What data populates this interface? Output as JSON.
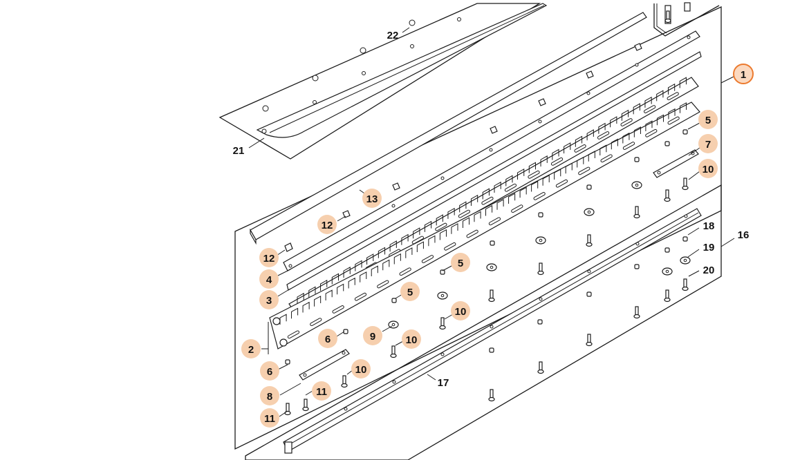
{
  "diagram": {
    "callouts": [
      {
        "id": "c1",
        "label": "1",
        "highlighted": true,
        "main": true
      },
      {
        "id": "c5a",
        "label": "5",
        "highlighted": true
      },
      {
        "id": "c7",
        "label": "7",
        "highlighted": true
      },
      {
        "id": "c10a",
        "label": "10",
        "highlighted": true
      },
      {
        "id": "c13",
        "label": "13",
        "highlighted": true
      },
      {
        "id": "c12a",
        "label": "12",
        "highlighted": true
      },
      {
        "id": "c12b",
        "label": "12",
        "highlighted": true
      },
      {
        "id": "c4",
        "label": "4",
        "highlighted": true
      },
      {
        "id": "c3",
        "label": "3",
        "highlighted": true
      },
      {
        "id": "c5b",
        "label": "5",
        "highlighted": true
      },
      {
        "id": "c5c",
        "label": "5",
        "highlighted": true
      },
      {
        "id": "c10b",
        "label": "10",
        "highlighted": true
      },
      {
        "id": "c9",
        "label": "9",
        "highlighted": true
      },
      {
        "id": "c10c",
        "label": "10",
        "highlighted": true
      },
      {
        "id": "c6a",
        "label": "6",
        "highlighted": true
      },
      {
        "id": "c2",
        "label": "2",
        "highlighted": true
      },
      {
        "id": "c10d",
        "label": "10",
        "highlighted": true
      },
      {
        "id": "c6b",
        "label": "6",
        "highlighted": true
      },
      {
        "id": "c8",
        "label": "8",
        "highlighted": true
      },
      {
        "id": "c11a",
        "label": "11",
        "highlighted": true
      },
      {
        "id": "c11b",
        "label": "11",
        "highlighted": true
      },
      {
        "id": "c22",
        "label": "22",
        "highlighted": false
      },
      {
        "id": "c21",
        "label": "21",
        "highlighted": false
      },
      {
        "id": "c16",
        "label": "16",
        "highlighted": false
      },
      {
        "id": "c18",
        "label": "18",
        "highlighted": false
      },
      {
        "id": "c19",
        "label": "19",
        "highlighted": false
      },
      {
        "id": "c20",
        "label": "20",
        "highlighted": false
      },
      {
        "id": "c17",
        "label": "17",
        "highlighted": false
      }
    ],
    "colors": {
      "badge_fill": "#f6cfae",
      "badge_main_stroke": "#ec7a2e",
      "line": "#1a1a1a"
    }
  }
}
